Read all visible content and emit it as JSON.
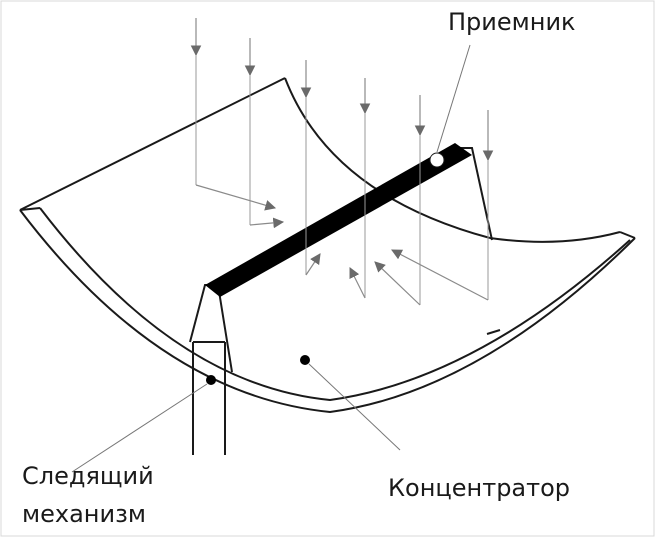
{
  "labels": {
    "receiver": "Приемник",
    "concentrator": "Концентратор",
    "tracking_line1": "Следящий",
    "tracking_line2": "механизм"
  },
  "colors": {
    "stroke": "#1a1a1a",
    "ray": "#8a8a8a",
    "arrow": "#6a6a6a",
    "receiver_bar": "#000000",
    "background": "#ffffff"
  },
  "icons": {
    "incoming_ray": "arrow-down",
    "reflected_ray": "arrow-diagonal"
  }
}
